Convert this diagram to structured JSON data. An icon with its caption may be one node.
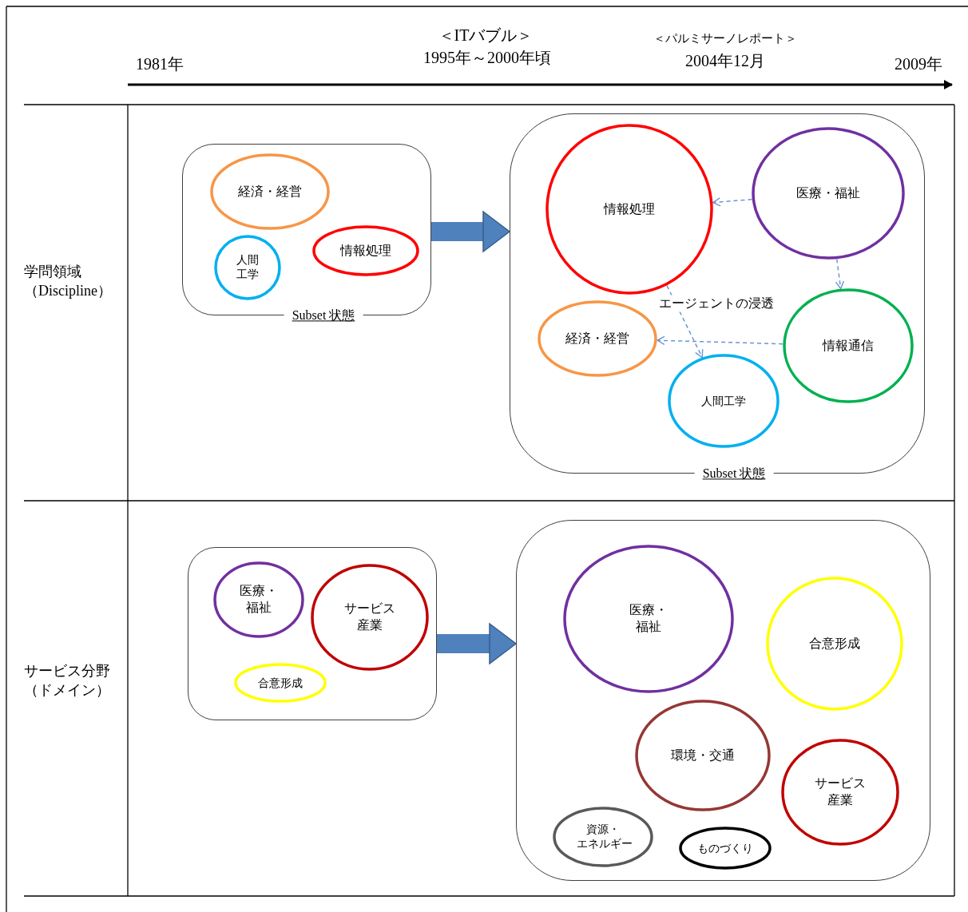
{
  "diagram": {
    "nodes": [
      {
        "text": [
          "Subset 状態"
        ]
      },
      {
        "text": [
          "経済・経営"
        ],
        "in": 0
      },
      {
        "text": [
          "人間工学"
        ],
        "in": 0
      },
      {
        "text": [
          "情報処理"
        ],
        "in": 0
      },
      {
        "text": [
          "Subset 状態"
        ]
      },
      {
        "text": [
          "情報処理"
        ],
        "in": 4
      },
      {
        "text": [
          "医療・福祉"
        ],
        "in": 4
      },
      {
        "text": [
          "経済・経営"
        ],
        "in": 4
      },
      {
        "text": [
          "情報通信"
        ],
        "in": 4
      },
      {
        "text": [
          "人間工学"
        ],
        "in": 4
      },
      {
        "text": [],
        "shape": "box"
      },
      {
        "text": [
          "医療・福祉"
        ],
        "in": 10
      },
      {
        "text": [
          "サービス産業"
        ],
        "in": 10
      },
      {
        "text": [
          "合意形成"
        ],
        "in": 10
      },
      {
        "text": [],
        "shape": "box"
      },
      {
        "text": [
          "医療・福祉"
        ],
        "in": 14
      },
      {
        "text": [
          "合意形成"
        ],
        "in": 14
      },
      {
        "text": [
          "環境・交通"
        ],
        "in": 14
      },
      {
        "text": [
          "サービス産業"
        ],
        "in": 14
      },
      {
        "text": [
          "資源・エネルギー"
        ],
        "in": 14
      },
      {
        "text": [
          "ものづくり"
        ],
        "in": 14
      }
    ],
    "edges": [
      {
        "from": 0,
        "to": 4,
        "arrow": "to",
        "style": "thick"
      },
      {
        "from": 6,
        "to": 5,
        "arrow": "to",
        "style": "dashed"
      },
      {
        "from": 6,
        "to": 8,
        "arrow": "to",
        "style": "dashed"
      },
      {
        "from": 5,
        "to": 9,
        "arrow": "to",
        "style": "dashed",
        "label": "エージェントの浸透"
      },
      {
        "from": 8,
        "to": 7,
        "arrow": "to",
        "style": "dashed"
      },
      {
        "from": 10,
        "to": 14,
        "arrow": "to",
        "style": "thick"
      }
    ],
    "labels": [
      "＜ITバブル＞",
      "＜パルミサーノレポート＞",
      "1981年",
      "1995年～2000年頃",
      "2004年12月",
      "2009年",
      "学問領域（Discipline）",
      "サービス分野（ドメイン）"
    ]
  }
}
